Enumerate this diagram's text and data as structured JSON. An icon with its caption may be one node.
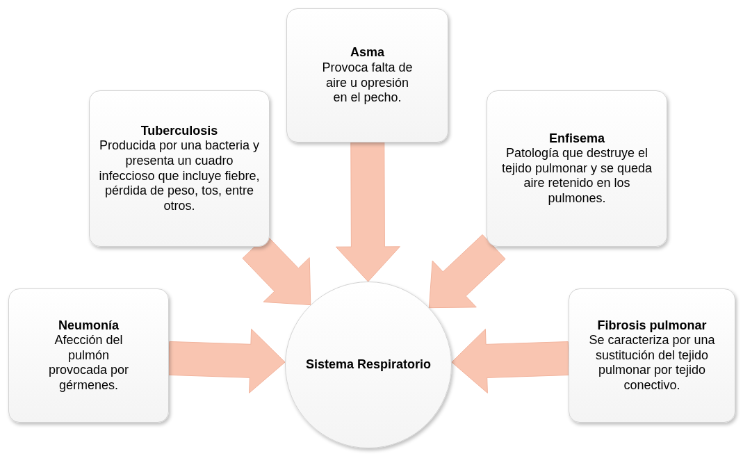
{
  "diagram": {
    "nodes": [
      {
        "text": [
          "Asma",
          "Provoca falta de aire u opresión en el pecho."
        ]
      },
      {
        "text": [
          "Tuberculosis",
          "Producida por una bacteria y presenta un cuadro infeccioso que incluye fiebre, pérdida de peso, tos, entre otros."
        ]
      },
      {
        "text": [
          "Enfisema",
          "Patología que destruye el tejido pulmonar y se queda aire retenido en los pulmones."
        ]
      },
      {
        "text": [
          "Neumonía",
          "Afección del pulmón provocada por gérmenes."
        ]
      },
      {
        "text": [
          "Sistema Respiratorio"
        ]
      },
      {
        "text": [
          "Fibrosis pulmonar",
          "Se caracteriza por una sustitución del tejido pulmonar por tejido conectivo."
        ]
      }
    ],
    "edges": [
      {
        "from": 0,
        "to": 4,
        "arrow": "to"
      },
      {
        "from": 1,
        "to": 4,
        "arrow": "to"
      },
      {
        "from": 2,
        "to": 4,
        "arrow": "to"
      },
      {
        "from": 3,
        "to": 4,
        "arrow": "to"
      },
      {
        "from": 5,
        "to": 4,
        "arrow": "to"
      }
    ]
  }
}
